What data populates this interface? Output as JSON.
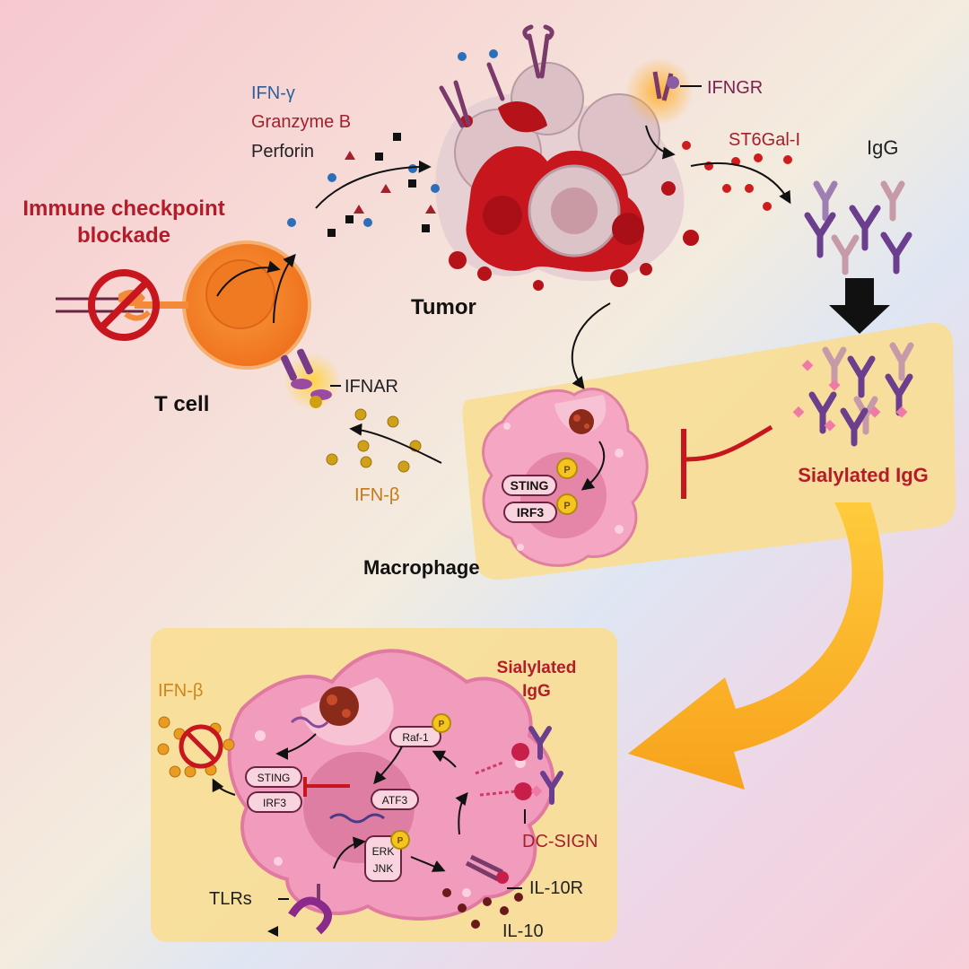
{
  "colors": {
    "ifn_gamma": "#2f5f99",
    "granzyme": "#a3212b",
    "perforin": "#222222",
    "ifngr": "#7a2252",
    "st6gal": "#a3212b",
    "ifn_beta": "#d0861c",
    "highlight_red": "#b51c2a",
    "panel_fill": "#f8dd96",
    "tumor_red": "#c8161e",
    "macrophage_pink": "#f4a6c3",
    "tcell_orange": "#f58b2b",
    "igg_purple": "#6b3e8e"
  },
  "labels": {
    "ifn_gamma": "IFN-γ",
    "granzyme_b": "Granzyme B",
    "perforin": "Perforin",
    "ifngr": "IFNGR",
    "st6gal_i": "ST6Gal-I",
    "igg": "IgG",
    "immune_checkpoint": [
      "Immune checkpoint",
      "blockade"
    ],
    "tumor": "Tumor",
    "t_cell": "T cell",
    "ifnar": "IFNAR",
    "ifn_beta_top": "IFN-β",
    "sting_top": "STING",
    "irf3_top": "IRF3",
    "phospho": "P",
    "sialylated_igg_top": "Sialylated IgG",
    "macrophage": "Macrophage",
    "ifn_beta_bottom": "IFN-β",
    "sialylated_igg_bottom": [
      "Sialylated",
      "IgG"
    ],
    "raf1": "Raf-1",
    "sting_bottom": "STING",
    "irf3_bottom": "IRF3",
    "atf3": "ATF3",
    "erk": "ERK",
    "jnk": "JNK",
    "dc_sign": "DC-SIGN",
    "tlrs": "TLRs",
    "il10r": "IL-10R",
    "il10": "IL-10"
  }
}
